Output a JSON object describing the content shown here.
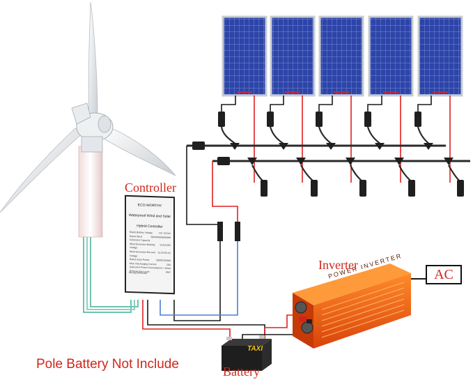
{
  "labels": {
    "controller": "Controller",
    "inverter": "Inverter",
    "battery": "Battery",
    "ac": "AC",
    "pole_note": "Pole Battery Not Include"
  },
  "controller_panel": {
    "brand": "ECO-WORTHY",
    "title_line1": "Waterproof Wind and Solar",
    "title_line2": "Hybrid Controller",
    "specs": [
      {
        "k": "Rated Battery Voltage",
        "v": "DC 12/24V"
      },
      {
        "k": "Rated Wind Generator Capacity",
        "v": "300W/500W/800W"
      },
      {
        "k": "Wind Generator Braking Voltage",
        "v": "14.5V/29V"
      },
      {
        "k": "Wind Generator Recover Voltage",
        "v": "13.2V/26.4V"
      },
      {
        "k": "Rated Solar Power",
        "v": "500W/1000W"
      },
      {
        "k": "Max. Discharging Current",
        "v": "20A"
      },
      {
        "k": "Quiescent Power Consumption",
        "v": "< 10mA"
      },
      {
        "k": "IP Protection Level",
        "v": "IP67"
      }
    ],
    "wiring_caption": "Wiring Schematic"
  },
  "battery_brand": "TAXI",
  "inverter_brand": "POWER INVERTER",
  "colors": {
    "label_red": "#d0261b",
    "wire_red": "#e02020",
    "wire_black": "#1a1a1a",
    "wire_blue": "#4a7fd0",
    "wire_teal": "#6fc2b0",
    "inverter_orange": "#f25a0e",
    "panel_blue": "#2b3f9e"
  },
  "icons": [
    "wind-turbine-icon",
    "solar-panel-icon",
    "branch-connector-icon",
    "battery-icon",
    "inverter-icon"
  ]
}
